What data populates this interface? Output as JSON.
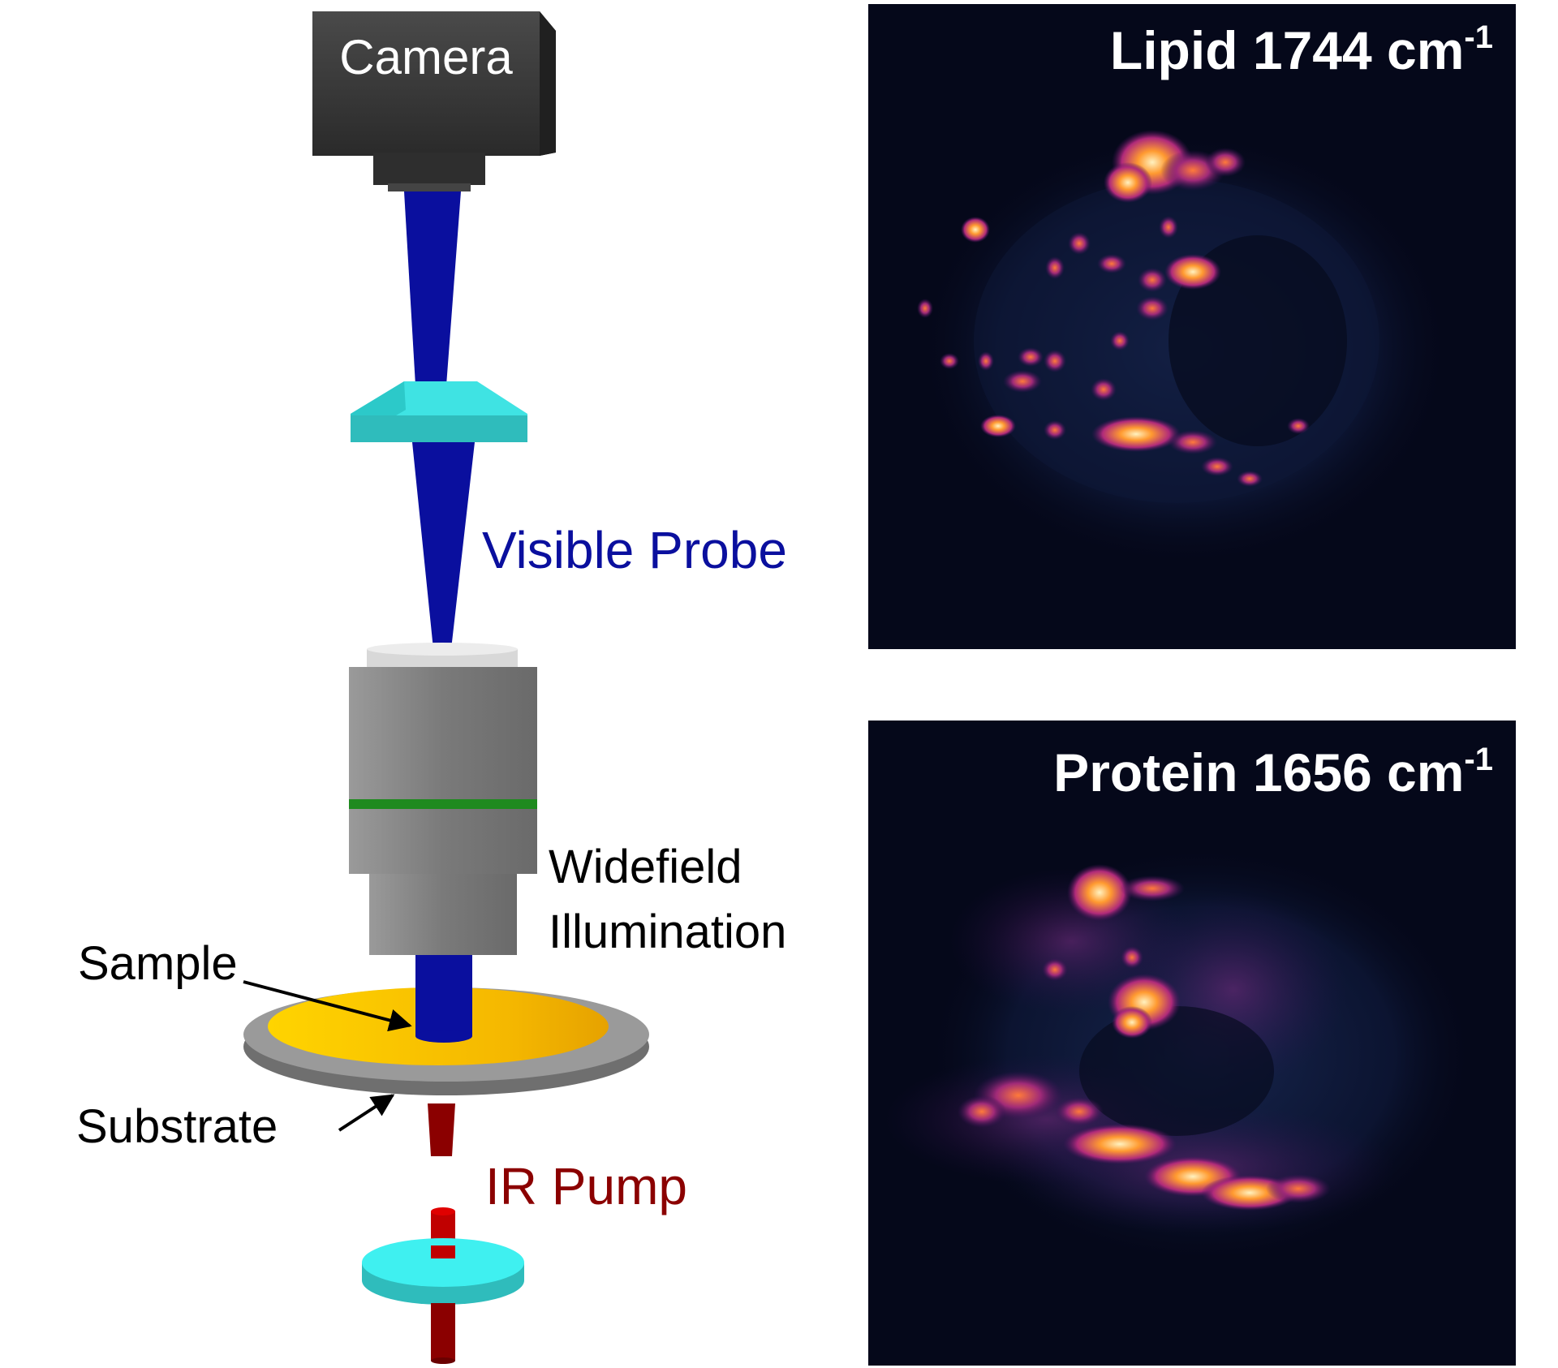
{
  "setup": {
    "camera_label": "Camera",
    "visible_probe_label": "Visible Probe",
    "widefield_label_line1": "Widefield",
    "widefield_label_line2": "Illumination",
    "sample_label": "Sample",
    "substrate_label": "Substrate",
    "ir_pump_label": "IR Pump"
  },
  "colors": {
    "visible_probe": "#0a0f9e",
    "visible_probe_text": "#0a0f9e",
    "ir_pump": "#8b0000",
    "ir_pump_text": "#8b0000",
    "lens": "#2fd6d6",
    "objective": "#808080",
    "objective_band": "#1f8a1f",
    "sample": "#f2b400",
    "substrate": "#8a8a8a",
    "camera": "#3a3a3a",
    "image_background": "#05081a"
  },
  "images": {
    "lipid": {
      "title_main": "Lipid 1744 cm",
      "title_sup": "-1"
    },
    "protein": {
      "title_main": "Protein 1656 cm",
      "title_sup": "-1"
    }
  }
}
